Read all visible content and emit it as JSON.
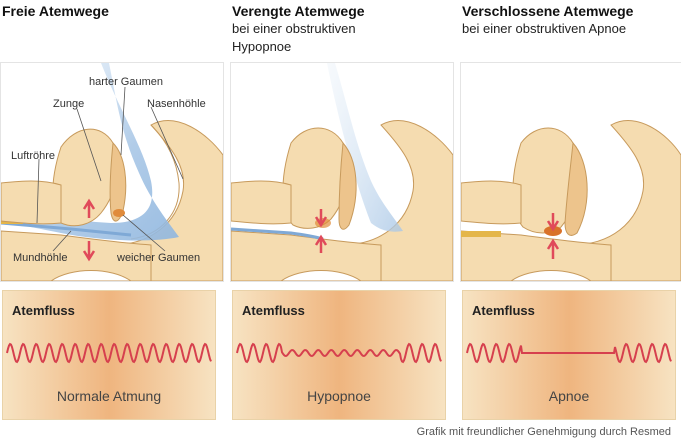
{
  "columns": [
    {
      "title": "Freie Atemwege",
      "subtitle_lines": [],
      "flow_label": "Atemfluss",
      "flow_caption": "Normale Atmung"
    },
    {
      "title": "Verengte Atemwege",
      "subtitle_lines": [
        "bei einer obstruktiven",
        "Hypopnoe"
      ],
      "flow_label": "Atemfluss",
      "flow_caption": "Hypopnoe"
    },
    {
      "title": "Verschlossene Atemwege",
      "subtitle_lines": [
        "bei einer obstruktiven Apnoe"
      ],
      "flow_label": "Atemfluss",
      "flow_caption": "Apnoe"
    }
  ],
  "anatomy_labels": {
    "hard_palate": "harter Gaumen",
    "tongue": "Zunge",
    "nasal_cavity": "Nasenhöhle",
    "trachea": "Luftröhre",
    "oral_cavity": "Mundhöhle",
    "soft_palate": "weicher Gaumen"
  },
  "credit": "Grafik mit freundlicher Genehmigung durch Resmed",
  "colors": {
    "tissue": "#f5dcb0",
    "tissue_outline": "#b98a4c",
    "airflow": "#a9c7e6",
    "arrow": "#e04a5a",
    "wave": "#d6404e",
    "flow_bg_edge": "#f7e3c2",
    "flow_bg_center": "#efb57f"
  }
}
